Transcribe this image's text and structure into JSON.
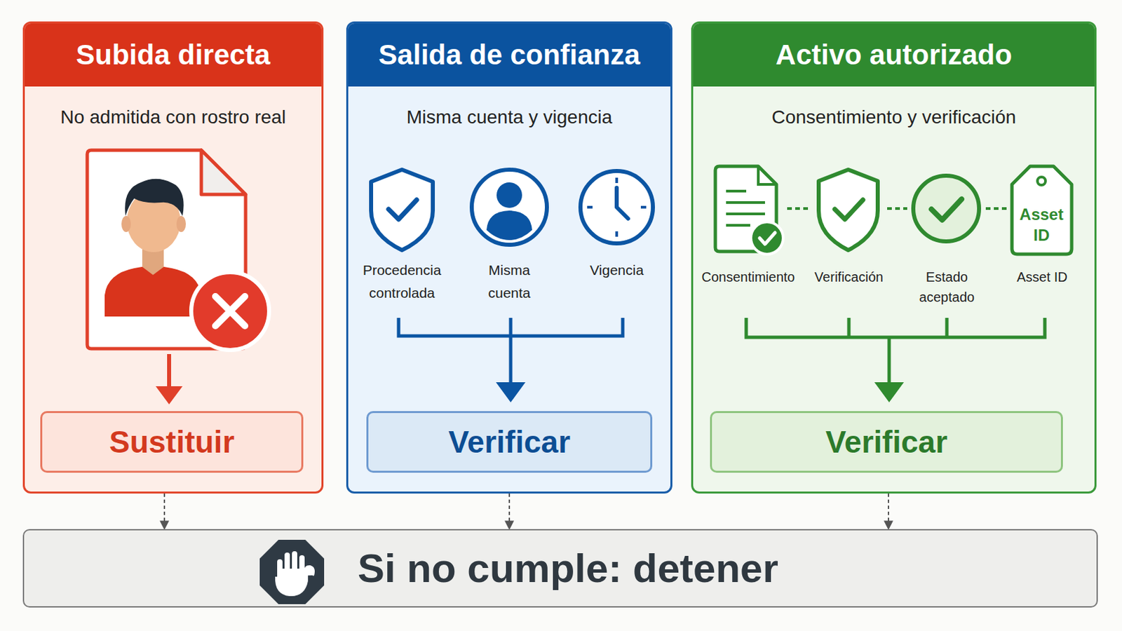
{
  "diagram": {
    "nodes": [
      {
        "text": [
          "Subida directa",
          "No admitida con rostro real"
        ]
      },
      {
        "text": [
          "Sustituir"
        ],
        "in": 0
      },
      {
        "text": [
          "Salida de confianza",
          "Misma cuenta y vigencia"
        ]
      },
      {
        "text": [
          "Verificar"
        ],
        "in": 2
      },
      {
        "text": [
          "Activo autorizado",
          "Consentimiento y verificación"
        ]
      },
      {
        "text": [
          "Verificar"
        ],
        "in": 4
      },
      {
        "text": [
          "Si no cumple: detener"
        ]
      }
    ],
    "edges": [
      {
        "from": 0,
        "to": 6,
        "arrow": "to"
      },
      {
        "from": 2,
        "to": 6,
        "arrow": "to"
      },
      {
        "from": 4,
        "to": 6,
        "arrow": "to"
      }
    ],
    "labels": [
      "Procedencia controlada",
      "Misma cuenta",
      "Vigencia",
      "Asset ID",
      "Consentimiento",
      "Verificación",
      "Estado aceptado",
      "Asset ID"
    ]
  }
}
